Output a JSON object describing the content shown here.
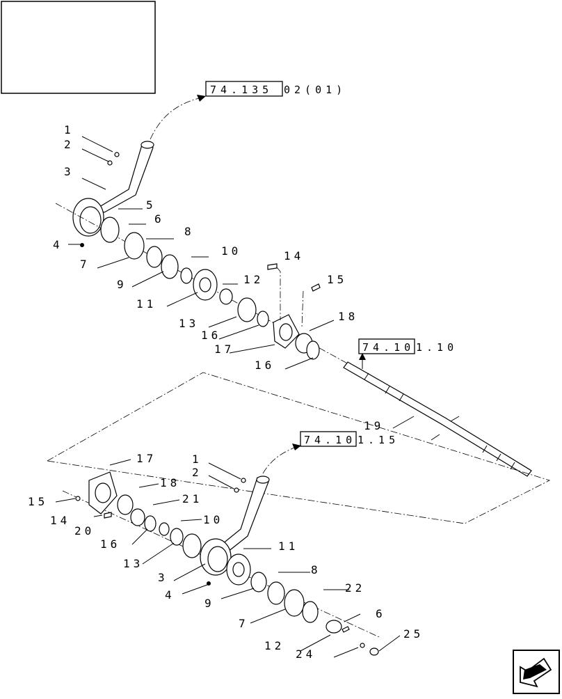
{
  "references": [
    {
      "boxed": "74.135",
      "suffix": " 02(01)"
    },
    {
      "boxed": "74.10",
      "suffix": "1.10"
    },
    {
      "boxed": "74.10",
      "suffix": "1.15"
    }
  ],
  "upper_callouts": [
    "1",
    "2",
    "3",
    "4",
    "5",
    "6",
    "7",
    "8",
    "9",
    "10",
    "11",
    "12",
    "13",
    "14",
    "15",
    "16",
    "17",
    "16",
    "18"
  ],
  "shaft_callout": "19",
  "lower_callouts": [
    "17",
    "1",
    "2",
    "15",
    "18",
    "14",
    "20",
    "21",
    "16",
    "10",
    "13",
    "11",
    "3",
    "4",
    "8",
    "9",
    "22",
    "7",
    "6",
    "12",
    "24",
    "25"
  ],
  "icons": {
    "corner": "return-arrow-icon"
  }
}
